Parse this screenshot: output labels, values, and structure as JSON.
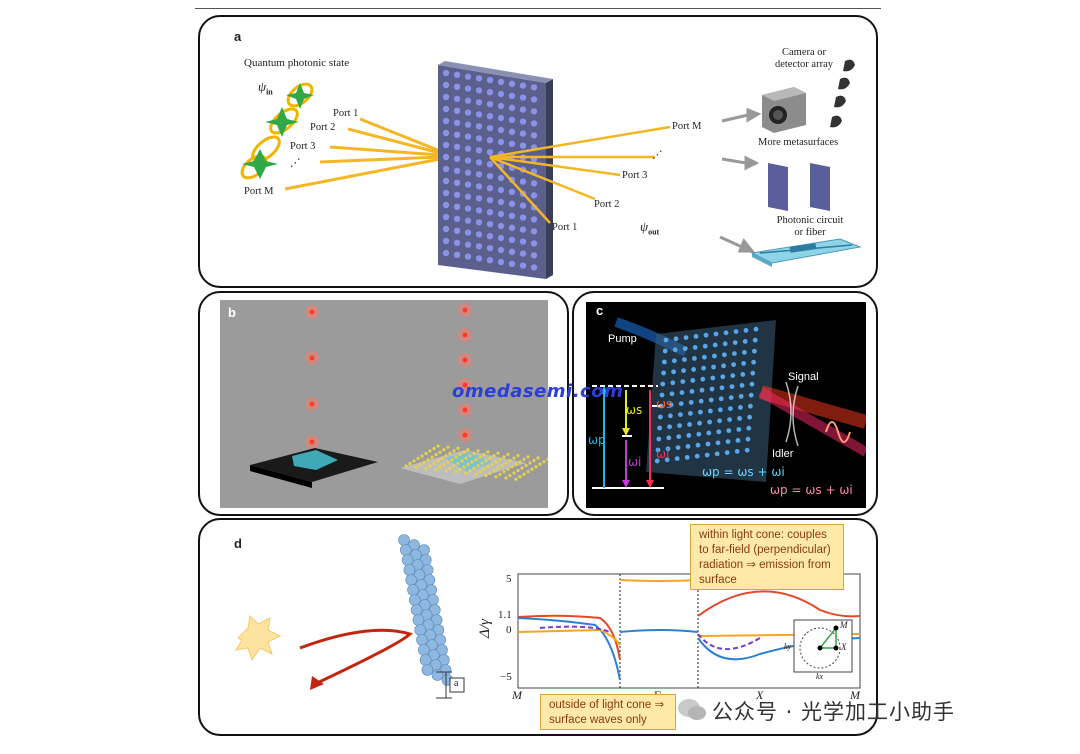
{
  "panel_a": {
    "label": "a",
    "title": "Quantum photonic state",
    "psi_in": "ψ",
    "psi_in_sub": "in",
    "psi_out": "ψ",
    "psi_out_sub": "out",
    "in_ports": [
      "Port 1",
      "Port 2",
      "Port 3",
      "⋰",
      "Port M"
    ],
    "out_ports": [
      "Port M",
      "⋰",
      "Port 3",
      "Port 2",
      "Port 1"
    ],
    "camera_label": "Camera or\ndetector array",
    "meta_label": "More metasurfaces",
    "circuit_label": "Photonic circuit\nor fiber"
  },
  "panel_b": {
    "label": "b"
  },
  "panel_c": {
    "label": "c",
    "pump": "Pump",
    "signal": "Signal",
    "idler": "Idler",
    "omega_s": "ωs",
    "omega_p": "ωp",
    "omega_i": "ωi",
    "eq1": "ωp = ωs + ωi",
    "eq2": "ωp = ωs + ωi"
  },
  "panel_d": {
    "label": "d",
    "lattice_const": "a",
    "callout_top": "within light cone: couples to far-field (perpendicular) radiation ⇒ emission from surface",
    "callout_bottom": "outside of light cone ⇒ surface waves only",
    "y_ticks": [
      "5",
      "1.1",
      "0",
      "−5"
    ],
    "x_ticks": [
      "M",
      "Γ",
      "X",
      "M"
    ],
    "ylabel": "Δ/γ",
    "inset_M": "M",
    "inset_X": "X",
    "inset_kx": "kx",
    "inset_ky": "ky"
  },
  "watermark": "omedasemi.com",
  "wechat": "公众号 · 光学加工小助手",
  "colors": {
    "accent_orange": "#f5b625",
    "panel_border": "#111111",
    "callout_bg": "#ffe9a8"
  }
}
